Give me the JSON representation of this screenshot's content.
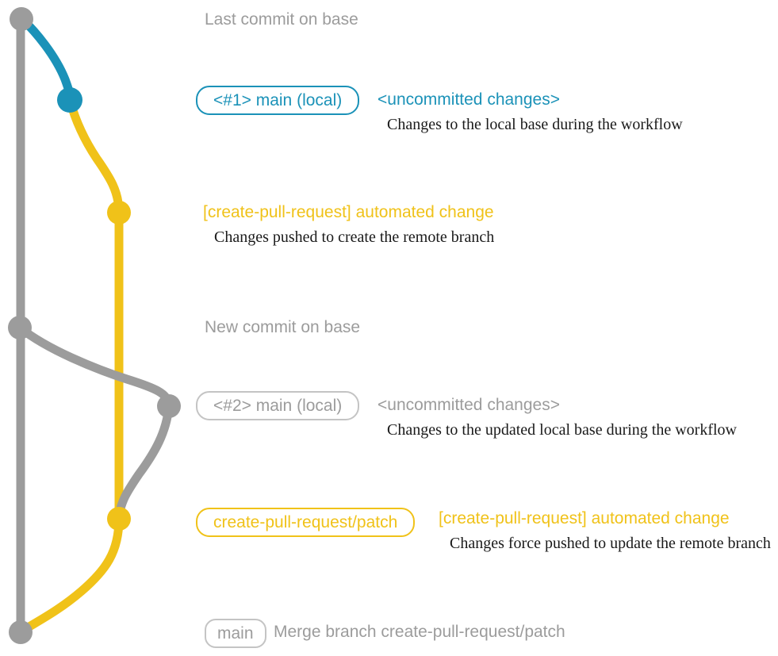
{
  "colors": {
    "gray": "#9c9c9c",
    "gray_border": "#c4c4c4",
    "blue": "#1b92b8",
    "yellow": "#f0c219",
    "caption": "#1a1a1a",
    "background": "#ffffff"
  },
  "annotations": {
    "last_commit": {
      "title": "Last commit on base"
    },
    "head1": {
      "badge": "<#1> main (local)",
      "label": "<uncommitted changes>",
      "caption": "Changes to the local base during the workflow"
    },
    "push1": {
      "label": "[create-pull-request] automated change",
      "caption": "Changes pushed to create the remote branch"
    },
    "new_commit": {
      "title": "New commit on base"
    },
    "head2": {
      "badge": "<#2> main (local)",
      "label": "<uncommitted changes>",
      "caption": "Changes to the updated local base during the workflow"
    },
    "push2": {
      "badge": "create-pull-request/patch",
      "label": "[create-pull-request] automated change",
      "caption": "Changes force pushed to update the remote branch"
    },
    "merge": {
      "badge": "main",
      "label": "Merge branch create-pull-request/patch"
    }
  }
}
